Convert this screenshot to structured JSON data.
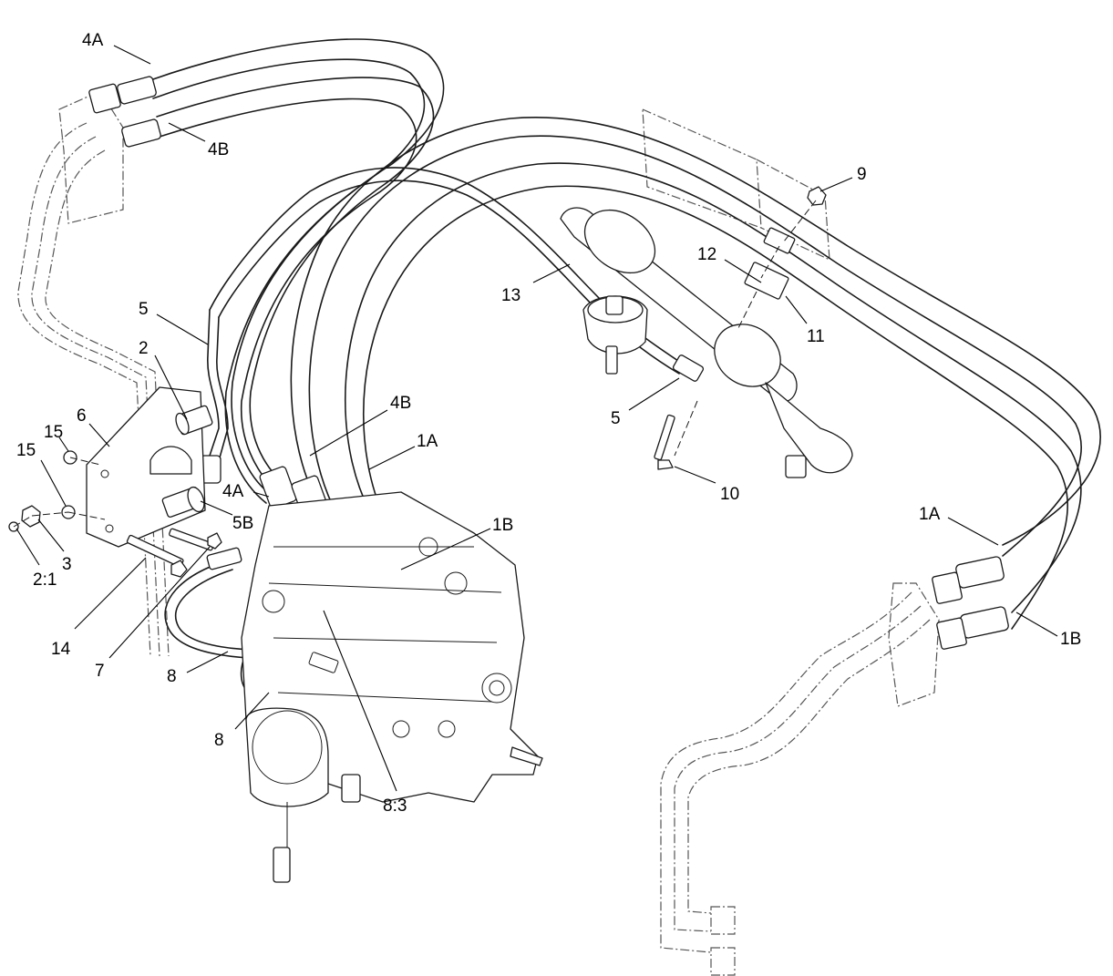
{
  "callouts": [
    {
      "id": "4A-top",
      "text": "4A"
    },
    {
      "id": "4B-top",
      "text": "4B"
    },
    {
      "id": "9",
      "text": "9"
    },
    {
      "id": "12",
      "text": "12"
    },
    {
      "id": "11",
      "text": "11"
    },
    {
      "id": "13",
      "text": "13"
    },
    {
      "id": "5-left",
      "text": "5"
    },
    {
      "id": "2",
      "text": "2"
    },
    {
      "id": "4B-mid",
      "text": "4B"
    },
    {
      "id": "1A-mid",
      "text": "1A"
    },
    {
      "id": "6",
      "text": "6"
    },
    {
      "id": "15-a",
      "text": "15"
    },
    {
      "id": "15-b",
      "text": "15"
    },
    {
      "id": "5-right",
      "text": "5"
    },
    {
      "id": "10",
      "text": "10"
    },
    {
      "id": "4A-mid",
      "text": "4A"
    },
    {
      "id": "5B",
      "text": "5B"
    },
    {
      "id": "1B-mid",
      "text": "1B"
    },
    {
      "id": "3",
      "text": "3"
    },
    {
      "id": "2-1",
      "text": "2:1"
    },
    {
      "id": "14",
      "text": "14"
    },
    {
      "id": "7",
      "text": "7"
    },
    {
      "id": "8-a",
      "text": "8"
    },
    {
      "id": "8-b",
      "text": "8"
    },
    {
      "id": "8-3",
      "text": "8:3"
    },
    {
      "id": "1A-right",
      "text": "1A"
    },
    {
      "id": "1B-right",
      "text": "1B"
    }
  ]
}
